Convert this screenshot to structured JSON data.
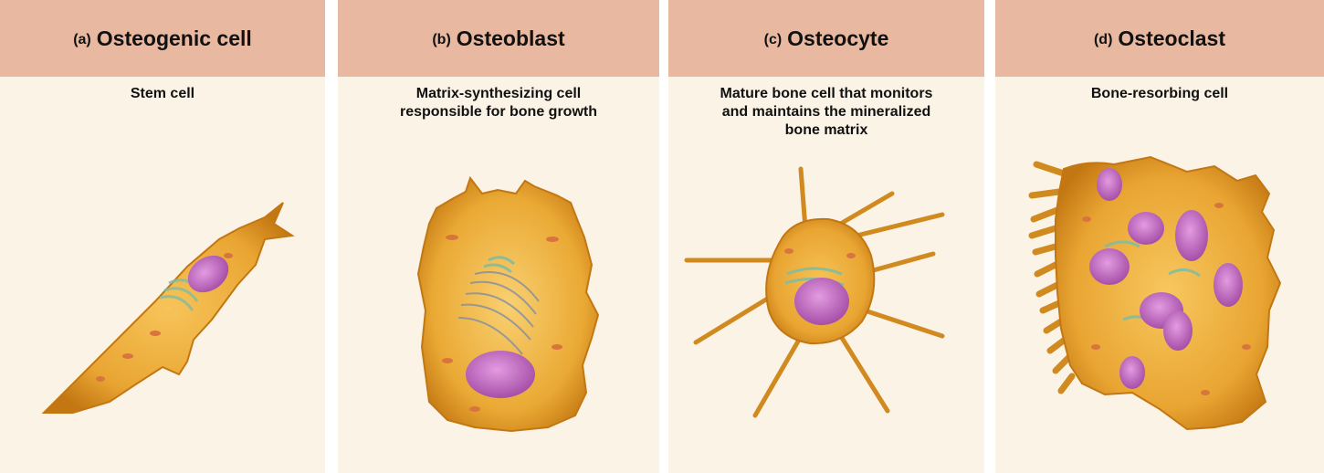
{
  "panels": [
    {
      "letter": "(a)",
      "name": "Osteogenic cell",
      "description": [
        "Stem cell"
      ]
    },
    {
      "letter": "(b)",
      "name": "Osteoblast",
      "description": [
        "Matrix-synthesizing cell",
        "responsible for bone growth"
      ]
    },
    {
      "letter": "(c)",
      "name": "Osteocyte",
      "description": [
        "Mature bone cell that monitors",
        "and maintains the mineralized",
        "bone matrix"
      ]
    },
    {
      "letter": "(d)",
      "name": "Osteoclast",
      "description": [
        "Bone-resorbing cell"
      ]
    }
  ],
  "colors": {
    "header_bg": "#e8b9a0",
    "panel_bg": "#fbf3e6",
    "cytoplasm": "#e9a532",
    "cytoplasm_edge": "#c37712",
    "nucleus": "#c66cc2",
    "golgi": "#7fbca3",
    "mitochondria": "#d8753e"
  }
}
